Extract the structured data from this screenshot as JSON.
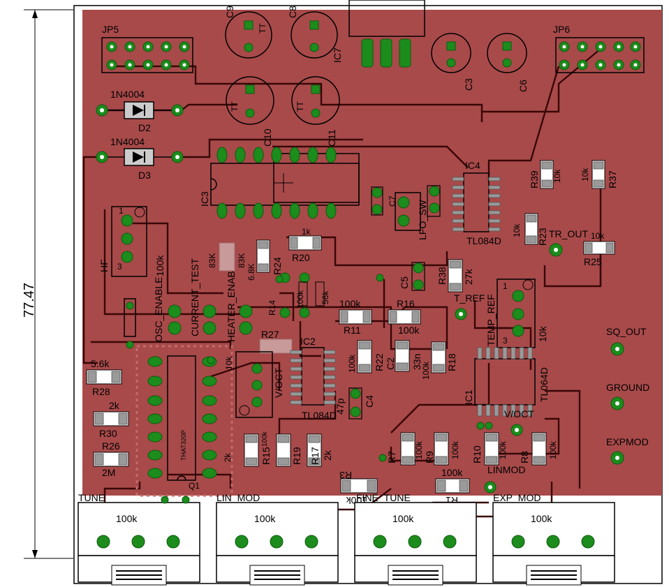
{
  "dimension": {
    "value": "77.47"
  },
  "connectors": {
    "jp5": "JP5",
    "jp6": "JP6"
  },
  "diodes": [
    {
      "part": "1N4004",
      "ref": "D2"
    },
    {
      "part": "1N4004",
      "ref": "D3"
    }
  ],
  "capacitors": {
    "c9": "C9",
    "c8": "C8",
    "c3": "C3",
    "c6": "C6",
    "c10": "C10",
    "c11": "C11",
    "c7": "C7",
    "c5": "C5",
    "c2": "C2",
    "c4": "C4",
    "c2_val": "33n",
    "c4_val": "47p",
    "tt": "TT"
  },
  "ics": {
    "ic3": "IC3",
    "ic4": "IC4",
    "ic4_part": "TL084D",
    "ic7": "IC7",
    "ic2": "IC2",
    "ic2_part": "TL084D",
    "ic1": "IC1",
    "ic1_part": "TL064D",
    "q1": "Q1",
    "q1_part": "THAT320P"
  },
  "resistors": {
    "r39": "R39",
    "r39_val": "10k",
    "r37": "R37",
    "r37_val": "10k",
    "r23": "R23",
    "r23_val": "10k",
    "r25": "R25",
    "r25_val": "10k",
    "r20": "R20",
    "r20_val": "1k",
    "r24": "R24",
    "r24_val": "6.8K",
    "r38": "R38",
    "r38_val": "27k",
    "r14": "R14",
    "r13_val": "100k",
    "r_56k": "56k",
    "r11": "R11",
    "r11_val": "100k",
    "r16": "R16",
    "r16_val": "100k",
    "r22": "R22",
    "r22_val": "100k",
    "r18": "R18",
    "r18_val": "100k",
    "r27": "R27",
    "r28": "R28",
    "r28_val": "5.6k",
    "r30": "R30",
    "r30_val": "2k",
    "r26": "R26",
    "r26_val": "2M",
    "r15": "R15",
    "r15_val": "2k",
    "r19": "R19",
    "r19_val": "100k",
    "r17": "R17",
    "r17_val": "2k",
    "r7": "R7",
    "r7_val": "100k",
    "r9": "R9",
    "r9_val": "100k",
    "r10": "R10",
    "r10_val": "100k",
    "r8": "R8",
    "r8_val": "100k",
    "r3": "R3",
    "r3_val": "100k",
    "r1": "R1",
    "r1_val": "100k",
    "r_10k_ic2": "10k",
    "r_83k": "83K",
    "r_83k_b": "83K",
    "r_100k_hf": "100k"
  },
  "labels": {
    "hf": "HF",
    "lfo_sw": "LFO_SW",
    "tr_out": "TR_OUT",
    "t_ref": "T_REF",
    "temp_ref": "TEMP_REF",
    "temp_val": "10k",
    "osc_enable": "OSC_ENABLE",
    "current_test": "CURRENT_TEST",
    "heater_enable": "HEATER_ENABLE",
    "sq_out": "SQ_OUT",
    "ground": "GROUND",
    "expmod": "EXPMOD",
    "v_oct": "V/OCT",
    "v_oct_ic2": "V/OCT",
    "linmod": "LINMOD"
  },
  "pots": [
    {
      "name": "TUNE",
      "value": "100k"
    },
    {
      "name": "LIN_MOD",
      "value": "100k"
    },
    {
      "name": "FINE_TUNE",
      "value": "100k"
    },
    {
      "name": "EXP_MOD",
      "value": "100k"
    }
  ],
  "colors": {
    "board": "#a84a4a",
    "pad": "#1c8c1c",
    "trace": "#3a0606"
  }
}
